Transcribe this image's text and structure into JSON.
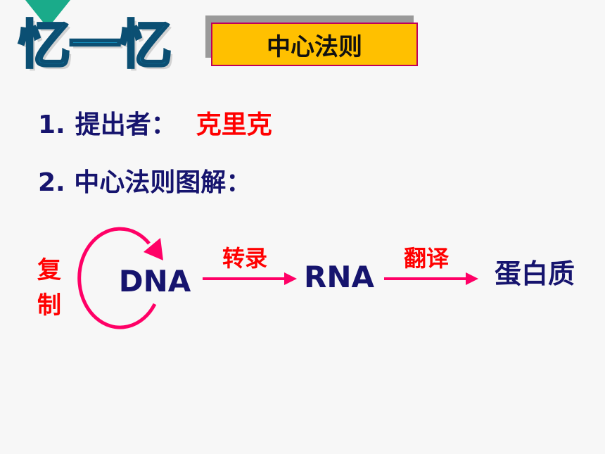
{
  "heading": "忆一忆",
  "badge": "中心法则",
  "line1": {
    "number": "1.",
    "label": "提出者：",
    "value": "克里克"
  },
  "line2": {
    "text": "2. 中心法则图解："
  },
  "diagram": {
    "nodes": [
      "DNA",
      "RNA",
      "蛋白质"
    ],
    "edges": [
      "转录",
      "翻译"
    ],
    "self_loop": [
      "复",
      "制"
    ],
    "colors": {
      "arrow": "#ff0066",
      "node": "#16146e",
      "label": "#ff0000"
    }
  }
}
